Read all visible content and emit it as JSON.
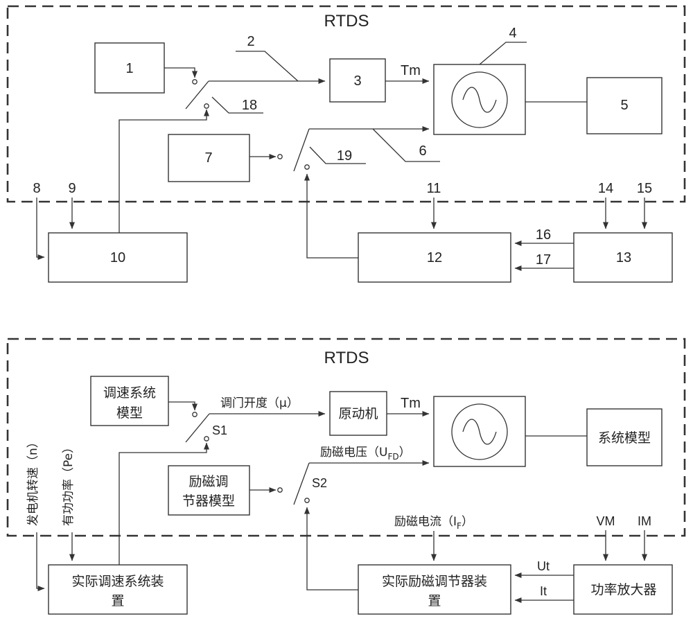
{
  "top_diagram": {
    "title": "RTDS",
    "blocks": {
      "b1": "1",
      "b3": "3",
      "b5": "5",
      "b7": "7",
      "b10": "10",
      "b12": "12",
      "b13": "13"
    },
    "callouts": {
      "c2": "2",
      "c4": "4",
      "c6": "6",
      "c18": "18",
      "c19": "19"
    },
    "signals": {
      "tm": "Tm",
      "s8": "8",
      "s9": "9",
      "s11": "11",
      "s14": "14",
      "s15": "15",
      "s16": "16",
      "s17": "17"
    }
  },
  "bottom_diagram": {
    "title": "RTDS",
    "blocks": {
      "governor_model_l1": "调速系统",
      "governor_model_l2": "模型",
      "prime_mover": "原动机",
      "system_model": "系统模型",
      "exciter_model_l1": "励磁调",
      "exciter_model_l2": "节器模型",
      "actual_governor_l1": "实际调速系统装",
      "actual_governor_l2": "置",
      "actual_exciter_l1": "实际励磁调节器装",
      "actual_exciter_l2": "置",
      "power_amplifier": "功率放大器"
    },
    "labels": {
      "valve_opening": "调门开度（μ）",
      "tm": "Tm",
      "s1": "S1",
      "s2": "S2",
      "excitation_voltage": "励磁电压（U",
      "excitation_voltage_sub": "FD",
      "excitation_voltage_close": "）",
      "excitation_current": "励磁电流（I",
      "excitation_current_sub": "F",
      "excitation_current_close": "）",
      "generator_speed": "发电机转速（n）",
      "active_power": "有功功率（Pe）",
      "vm": "VM",
      "im": "IM",
      "ut": "Ut",
      "it": "It"
    }
  }
}
